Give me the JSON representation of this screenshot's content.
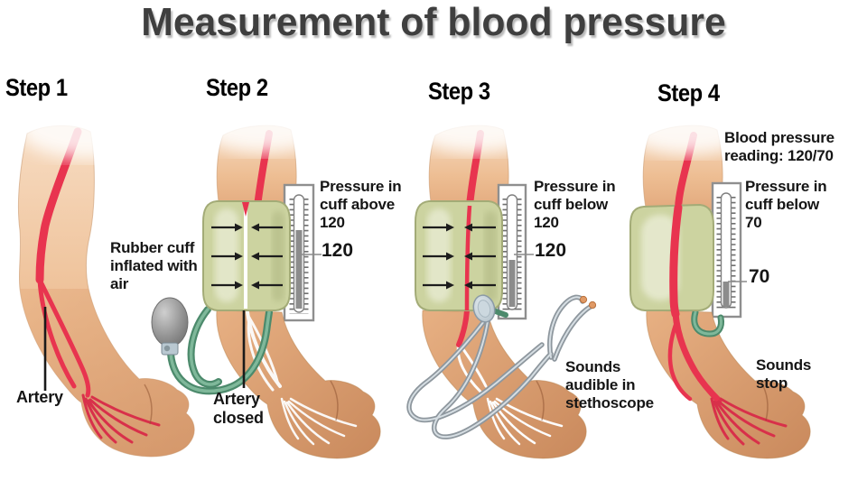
{
  "title": "Measurement of blood pressure",
  "steps": [
    {
      "label": "Step 1",
      "artery_label": "Artery"
    },
    {
      "label": "Step 2",
      "cuff_note": "Rubber cuff inflated with air",
      "gauge_note": "Pressure in cuff above 120",
      "gauge_value": "120",
      "artery_note": "Artery closed"
    },
    {
      "label": "Step 3",
      "gauge_note": "Pressure in cuff below 120",
      "gauge_value": "120",
      "sounds_note": "Sounds audible in stethoscope"
    },
    {
      "label": "Step 4",
      "reading_note": "Blood pressure reading: 120/70",
      "gauge_note": "Pressure in cuff below 70",
      "gauge_value": "70",
      "sounds_note": "Sounds stop"
    }
  ],
  "colors": {
    "artery_red": "#e8344f",
    "cuff_green": "#ccd3a0",
    "tube_green": "#5f9e80",
    "skin_tan": "#e5ad80",
    "mercury_gray": "#8c8c8c",
    "title_gray": "#3f3f3f"
  }
}
